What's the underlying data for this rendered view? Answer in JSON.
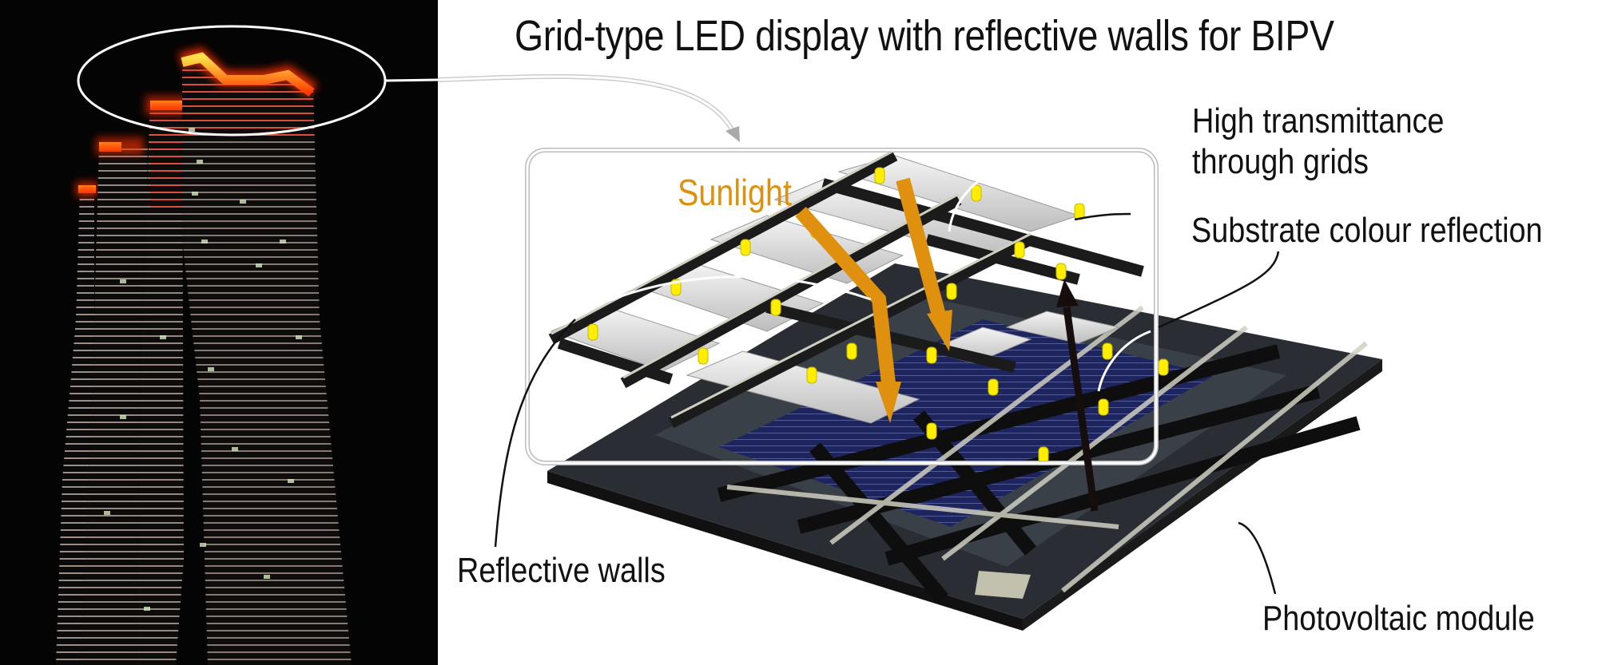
{
  "title": "Grid-type LED display with reflective walls for BIPV",
  "labels": {
    "sunlight": "Sunlight",
    "high_transmittance_line1": "High transmittance",
    "high_transmittance_line2": "through grids",
    "substrate_reflection": "Substrate colour reflection",
    "reflective_walls": "Reflective walls",
    "photovoltaic_module": "Photovoltaic module"
  },
  "colors": {
    "sunlight_arrow": "#e0900f",
    "led": "#ffee00",
    "led_glow_red": "#ff2a00",
    "pv_cell": "#1b2260",
    "substrate": "#3a4048",
    "frame": "#1a1a1a"
  },
  "photo": {
    "subject": "night-lit skyscraper towers with glowing LED crowns",
    "highlight": "crown-ellipse-callout"
  }
}
